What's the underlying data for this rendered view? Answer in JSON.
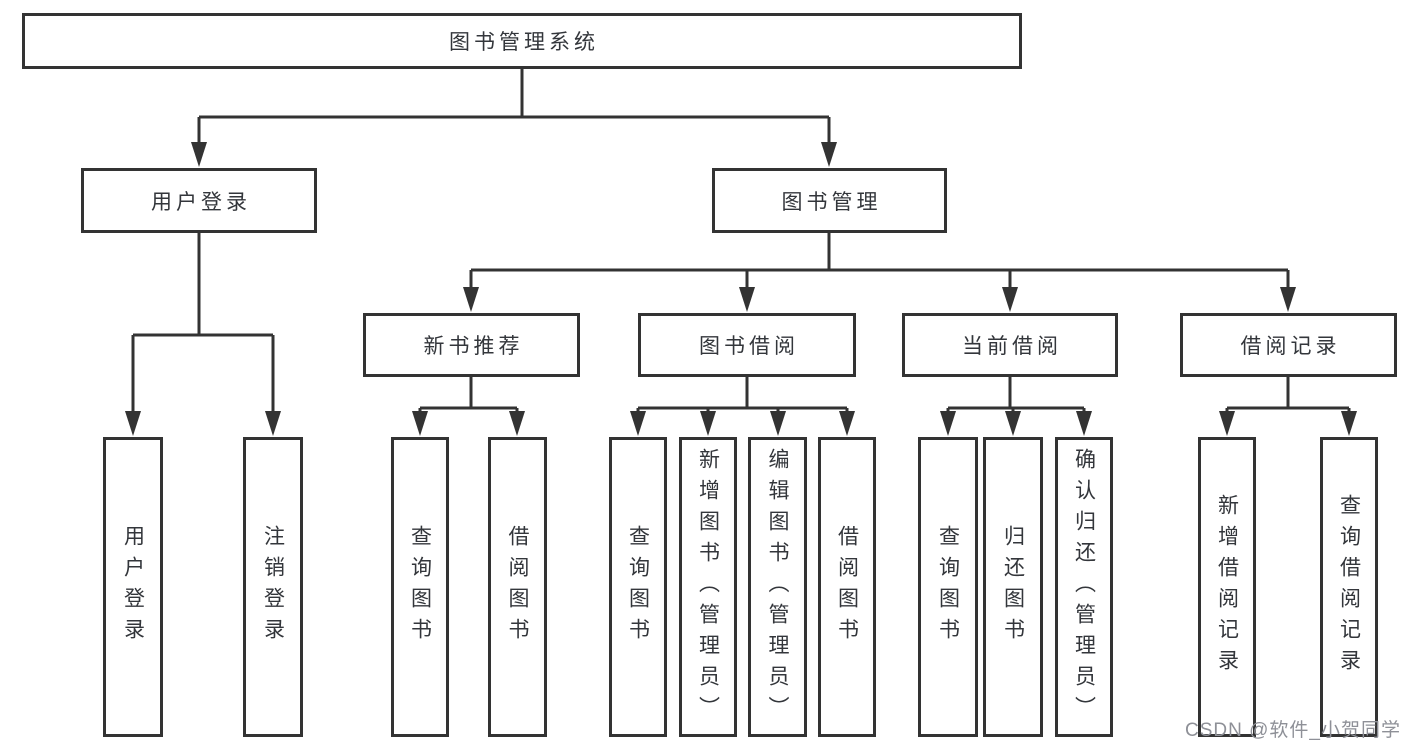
{
  "tree": {
    "root": {
      "label": "图书管理系统"
    },
    "branches": [
      {
        "label": "用户登录",
        "children": [
          {
            "label": "用户登录"
          },
          {
            "label": "注销登录"
          }
        ]
      },
      {
        "label": "图书管理",
        "children": [
          {
            "label": "新书推荐",
            "children": [
              {
                "label": "查询图书"
              },
              {
                "label": "借阅图书"
              }
            ]
          },
          {
            "label": "图书借阅",
            "children": [
              {
                "label": "查询图书"
              },
              {
                "label": "新增图书（管理员）"
              },
              {
                "label": "编辑图书（管理员）"
              },
              {
                "label": "借阅图书"
              }
            ]
          },
          {
            "label": "当前借阅",
            "children": [
              {
                "label": "查询图书"
              },
              {
                "label": "归还图书"
              },
              {
                "label": "确认归还（管理员）"
              }
            ]
          },
          {
            "label": "借阅记录",
            "children": [
              {
                "label": "新增借阅记录"
              },
              {
                "label": "查询借阅记录"
              }
            ]
          }
        ]
      }
    ]
  },
  "watermark": {
    "text": "CSDN @软件_小贺同学"
  },
  "colors": {
    "line": "#333333",
    "box_border": "#333333",
    "text": "#33363b",
    "watermark": "#8e9097",
    "background": "#ffffff"
  }
}
